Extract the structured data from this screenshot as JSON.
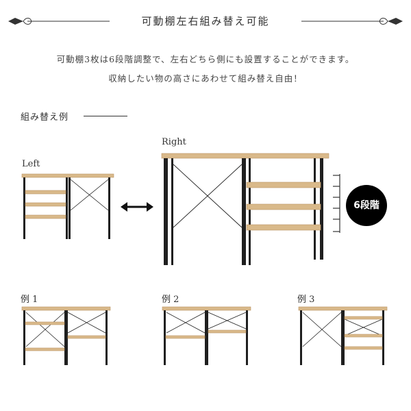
{
  "header": {
    "title": "可動棚左右組み替え可能"
  },
  "description": {
    "line1": "可動棚3枚は6段階調整で、左右どちら側にも設置することができます。",
    "line2": "収納したい物の高さにあわせて組み替え自由！"
  },
  "section": {
    "label": "組み替え例"
  },
  "layouts": {
    "left_label": "Left",
    "right_label": "Right",
    "badge": "6段階",
    "example1": "例 1",
    "example2": "例 2",
    "example3": "例 3"
  },
  "colors": {
    "wood": "#d9b98a",
    "wood_edge": "#b99466",
    "frame": "#1f1f1f"
  }
}
